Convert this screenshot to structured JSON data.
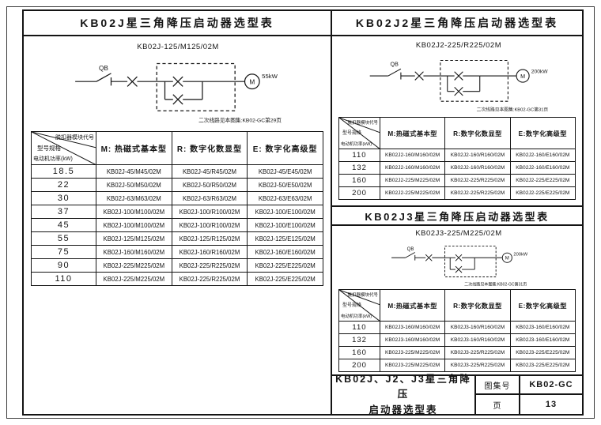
{
  "left": {
    "title": "KB02J星三角降压启动器选型表",
    "diagram": {
      "label": "KB02J-125/M125/02M",
      "qb": "QB",
      "motor": "M",
      "power": "55kW",
      "note": "二次线路见本图集:KB02-GC第29页"
    },
    "table": {
      "corner_top": "脱扣器模块代号",
      "corner_mid": "型号规格",
      "corner_bottom": "电动机功率(kW)",
      "columns": [
        "M: 热磁式基本型",
        "R: 数字化数显型",
        "E: 数字化高级型"
      ],
      "rows": [
        {
          "power": "18.5",
          "m": "KB02J-45/M45/02M",
          "r": "KB02J-45/R45/02M",
          "e": "KB02J-45/E45/02M"
        },
        {
          "power": "22",
          "m": "KB02J-50/M50/02M",
          "r": "KB02J-50/R50/02M",
          "e": "KB02J-50/E50/02M"
        },
        {
          "power": "30",
          "m": "KB02J-63/M63/02M",
          "r": "KB02J-63/R63/02M",
          "e": "KB02J-63/E63/02M"
        },
        {
          "power": "37",
          "m": "KB02J-100/M100/02M",
          "r": "KB02J-100/R100/02M",
          "e": "KB02J-100/E100/02M"
        },
        {
          "power": "45",
          "m": "KB02J-100/M100/02M",
          "r": "KB02J-100/R100/02M",
          "e": "KB02J-100/E100/02M"
        },
        {
          "power": "55",
          "m": "KB02J-125/M125/02M",
          "r": "KB02J-125/R125/02M",
          "e": "KB02J-125/E125/02M"
        },
        {
          "power": "75",
          "m": "KB02J-160/M160/02M",
          "r": "KB02J-160/R160/02M",
          "e": "KB02J-160/E160/02M"
        },
        {
          "power": "90",
          "m": "KB02J-225/M225/02M",
          "r": "KB02J-225/R225/02M",
          "e": "KB02J-225/E225/02M"
        },
        {
          "power": "110",
          "m": "KB02J-225/M225/02M",
          "r": "KB02J-225/R225/02M",
          "e": "KB02J-225/E225/02M"
        }
      ]
    }
  },
  "right1": {
    "title": "KB02J2星三角降压启动器选型表",
    "diagram": {
      "label": "KB02J2-225/R225/02M",
      "qb": "QB",
      "motor": "M",
      "power": "200kW",
      "note": "二次线路见本图集:KB02-GC第31页"
    },
    "table": {
      "corner_top": "脱扣器模块代号",
      "corner_mid": "型号规格",
      "corner_bottom": "电动机功率(kW)",
      "columns": [
        "M:热磁式基本型",
        "R:数字化数显型",
        "E:数字化高级型"
      ],
      "rows": [
        {
          "power": "110",
          "m": "KB02J2-160/M160/02M",
          "r": "KB02J2-160/R160/02M",
          "e": "KB02J2-160/E160/02M"
        },
        {
          "power": "132",
          "m": "KB02J2-160/M160/02M",
          "r": "KB02J2-160/R160/02M",
          "e": "KB02J2-160/E160/02M"
        },
        {
          "power": "160",
          "m": "KB02J2-225/M225/02M",
          "r": "KB02J2-225/R225/02M",
          "e": "KB02J2-225/E225/02M"
        },
        {
          "power": "200",
          "m": "KB02J2-225/M225/02M",
          "r": "KB02J2-225/R225/02M",
          "e": "KB02J2-225/E225/02M"
        }
      ]
    }
  },
  "right2": {
    "title": "KB02J3星三角降压启动器选型表",
    "diagram": {
      "label": "KB02J3-225/M225/02M",
      "qb": "QB",
      "motor": "M",
      "power": "200kW",
      "note": "二次线路见本图集:KB02-GC第31页"
    },
    "table": {
      "corner_top": "脱扣器模块代号",
      "corner_mid": "型号规格",
      "corner_bottom": "电动机功率(kW)",
      "columns": [
        "M:热磁式基本型",
        "R:数字化数显型",
        "E:数字化高级型"
      ],
      "rows": [
        {
          "power": "110",
          "m": "KB02J3-160/M160/02M",
          "r": "KB02J3-160/R160/02M",
          "e": "KB02J3-160/E160/02M"
        },
        {
          "power": "132",
          "m": "KB02J3-160/M160/02M",
          "r": "KB02J3-160/R160/02M",
          "e": "KB02J3-160/E160/02M"
        },
        {
          "power": "160",
          "m": "KB02J3-225/M225/02M",
          "r": "KB02J3-225/R225/02M",
          "e": "KB02J3-225/E225/02M"
        },
        {
          "power": "200",
          "m": "KB02J3-225/M225/02M",
          "r": "KB02J3-225/R225/02M",
          "e": "KB02J3-225/E225/02M"
        }
      ]
    }
  },
  "titleblock": {
    "title_line1": "KB02J、J2、J3星三角降压",
    "title_line2": "启动器选型表",
    "atlas_label": "图集号",
    "atlas_value": "KB02-GC",
    "page_label": "页",
    "page_value": "13"
  }
}
